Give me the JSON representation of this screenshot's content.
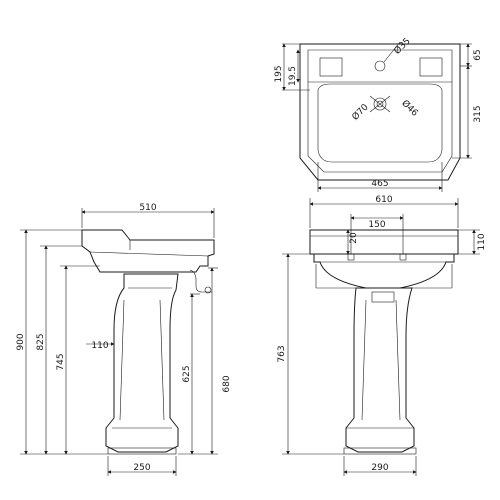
{
  "labels": {
    "top_d35": "Ø35",
    "top_65": "65",
    "top_195": "195",
    "top_19_5": "19.5",
    "top_315": "315",
    "top_d70": "Ø70",
    "top_d46": "Ø46",
    "top_465": "465",
    "side_510": "510",
    "side_900": "900",
    "side_825": "825",
    "side_745": "745",
    "side_110": "110",
    "side_625": "625",
    "side_680": "680",
    "side_250": "250",
    "front_610": "610",
    "front_150": "150",
    "front_20": "20",
    "front_110": "110",
    "front_763": "763",
    "front_290": "290"
  }
}
